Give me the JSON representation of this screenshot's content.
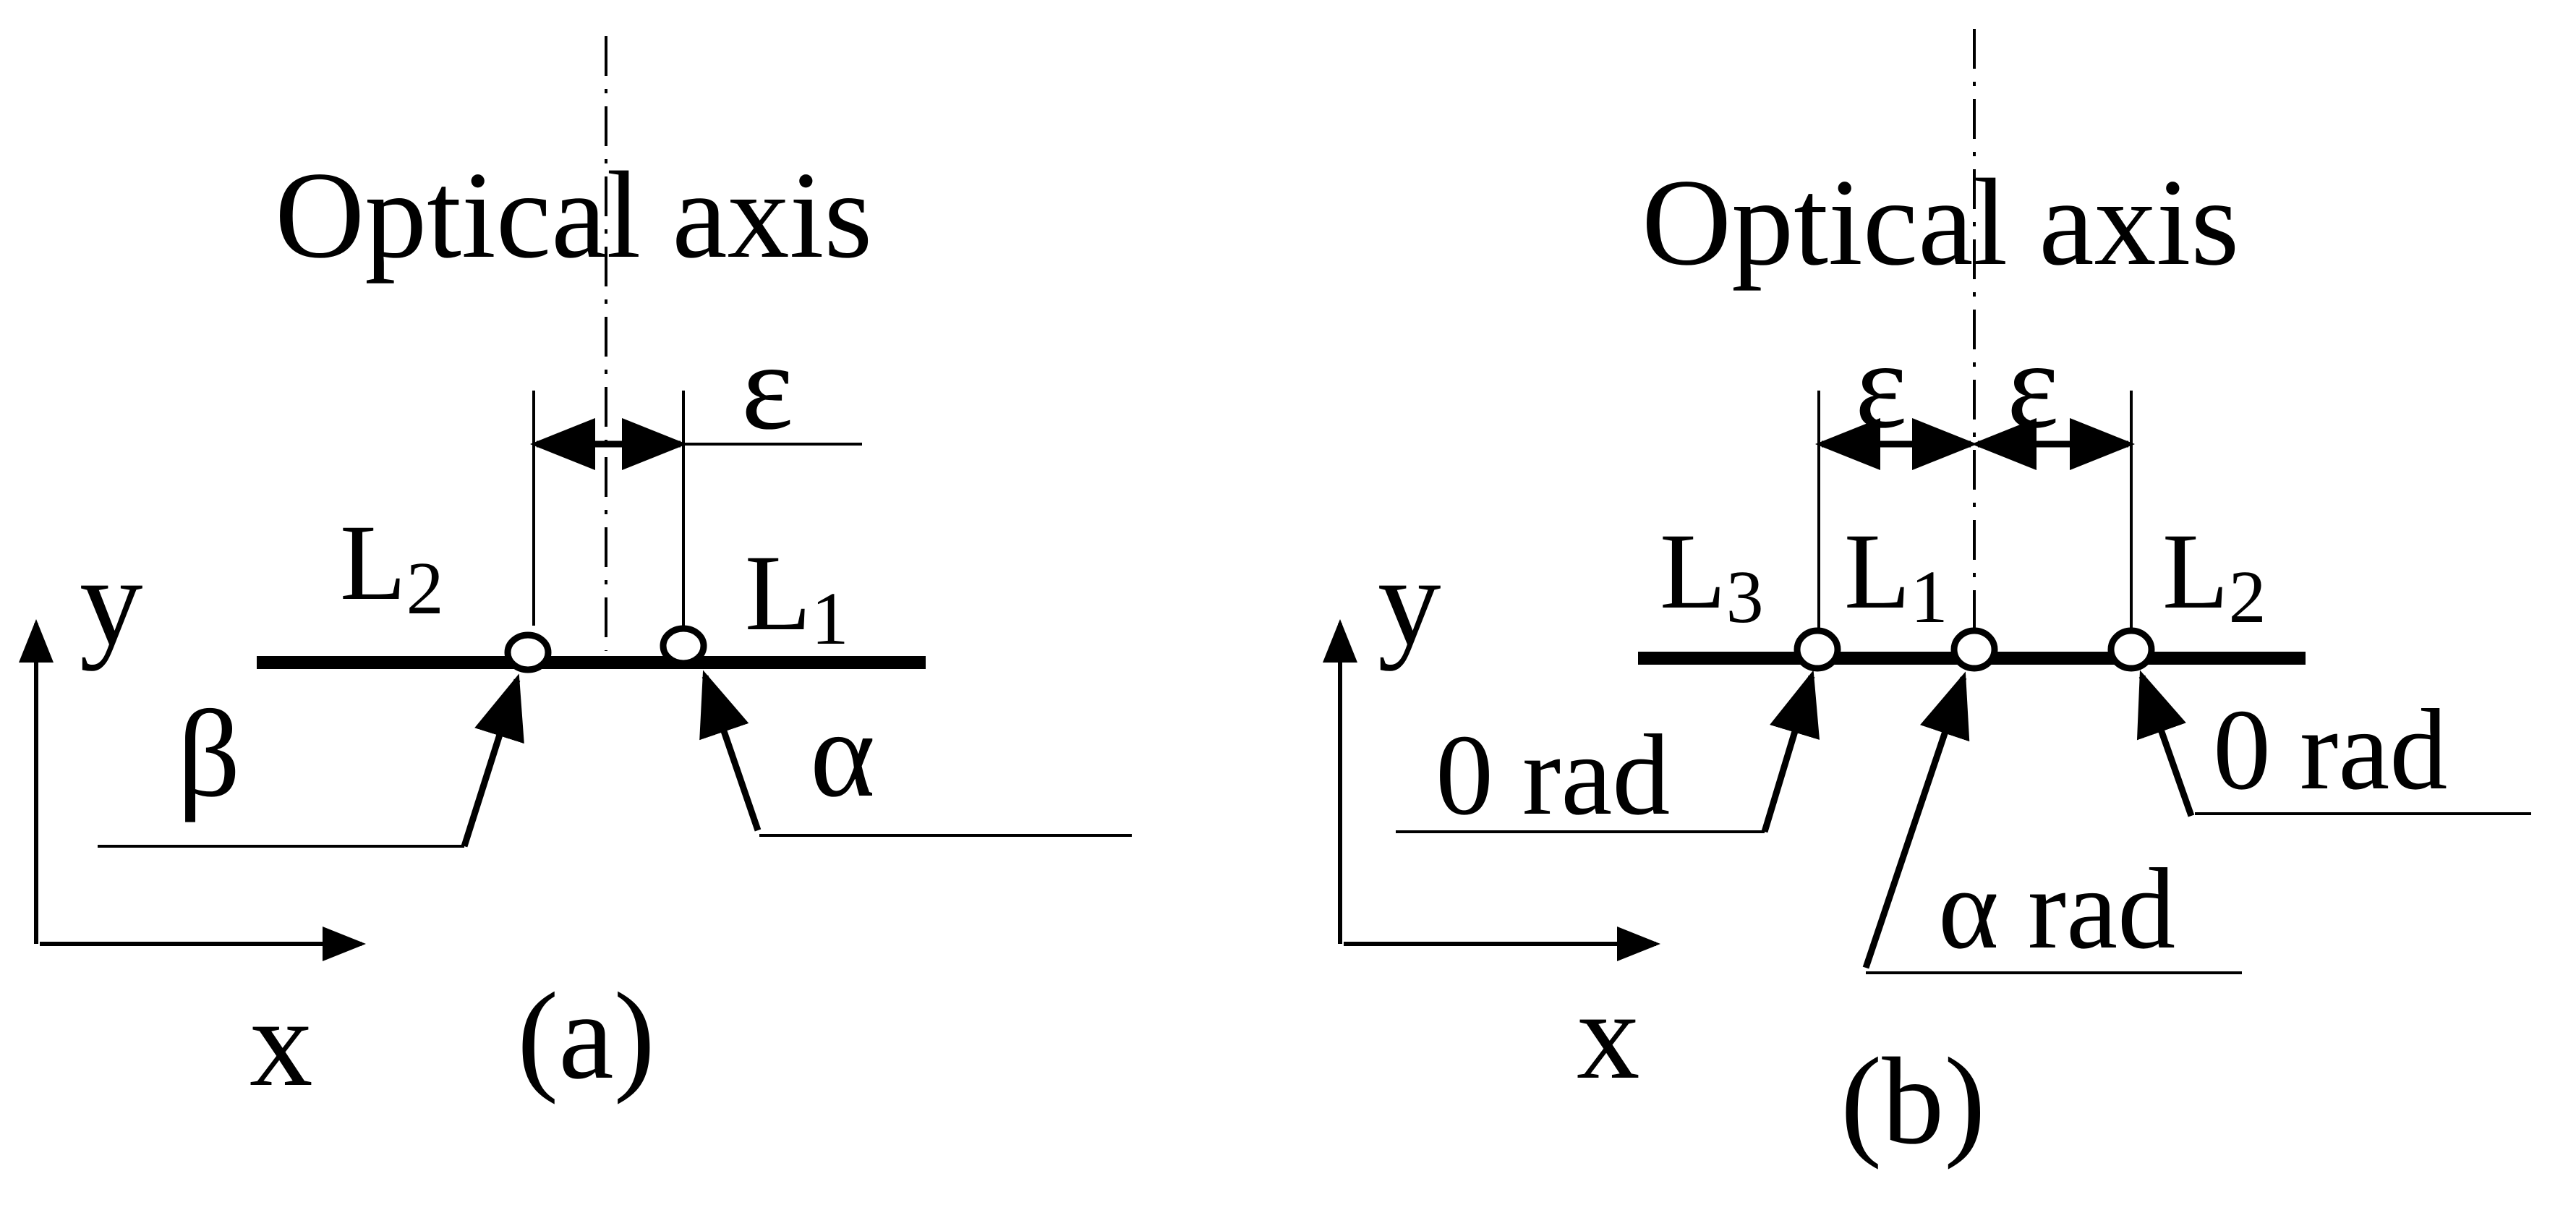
{
  "panel_a": {
    "optical_axis_label": "Optical axis",
    "epsilon": "ε",
    "lens_left": {
      "letter": "L",
      "sub": "2"
    },
    "lens_right": {
      "letter": "L",
      "sub": "1"
    },
    "beta": "β",
    "alpha": "α",
    "y_axis": "y",
    "x_axis": "x",
    "caption": "(a)"
  },
  "panel_b": {
    "optical_axis_label": "Optical axis",
    "epsilon_left": "ε",
    "epsilon_right": "ε",
    "lens_left": {
      "letter": "L",
      "sub": "3"
    },
    "lens_center": {
      "letter": "L",
      "sub": "1"
    },
    "lens_right": {
      "letter": "L",
      "sub": "2"
    },
    "left_phase": "0 rad",
    "center_phase": "α rad",
    "right_phase": "0 rad",
    "y_axis": "y",
    "x_axis": "x",
    "caption": "(b)"
  }
}
